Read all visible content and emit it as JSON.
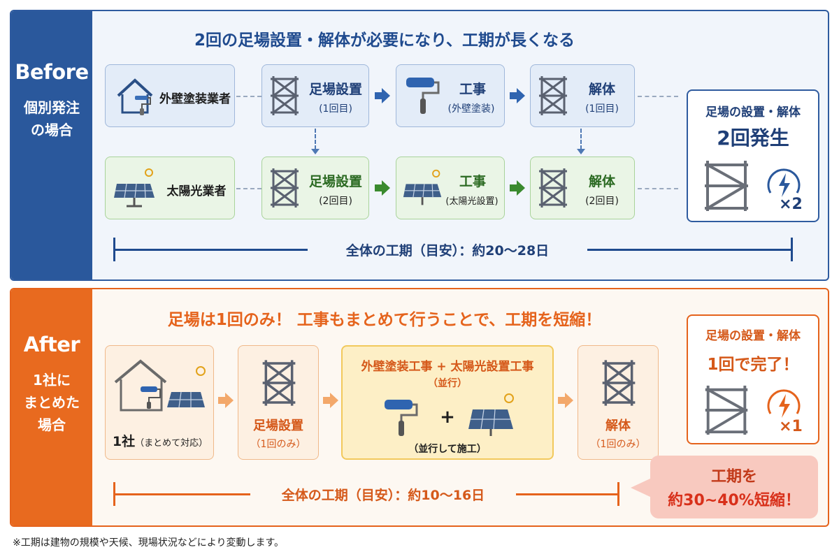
{
  "before": {
    "side_en": "Before",
    "side_jp_1": "個別発注",
    "side_jp_2": "の場合",
    "headline": "2回の足場設置・解体が必要になり、工期が長くなる",
    "contractor_paint": "外壁塗装業者",
    "contractor_solar": "太陽光業者",
    "row1": {
      "scaffold_title": "足場設置",
      "scaffold_sub": "(1回目)",
      "work_title": "工事",
      "work_sub": "(外壁塗装)",
      "dismantle_title": "解体",
      "dismantle_sub": "(1回目)"
    },
    "row2": {
      "scaffold_title": "足場設置",
      "scaffold_sub": "(2回目)",
      "work_title": "工事",
      "work_sub": "(太陽光設置)",
      "dismantle_title": "解体",
      "dismantle_sub": "(2回目)"
    },
    "summary_title": "足場の設置・解体",
    "summary_big": "2回発生",
    "summary_badge": "×2",
    "period": "全体の工期（目安）：約20〜28日"
  },
  "after": {
    "side_en": "After",
    "side_jp_1": "1社に",
    "side_jp_2": "まとめた",
    "side_jp_3": "場合",
    "headline": "足場は1回のみ！ 工事もまとめて行うことで、工期を短縮！",
    "company_main": "1社",
    "company_sub": "（まとめて対応）",
    "scaffold_title": "足場設置",
    "scaffold_sub": "（1回のみ）",
    "combined_title": "外壁塗装工事 + 太陽光設置工事",
    "combined_sub": "（並行）",
    "plus": "+",
    "parallel_note": "（並行して施工）",
    "dismantle_title": "解体",
    "dismantle_sub": "（1回のみ）",
    "summary_title": "足場の設置・解体",
    "summary_big": "1回で完了！",
    "summary_badge": "×1",
    "period": "全体の工期（目安）：約10〜16日",
    "callout_1": "工期を",
    "callout_2": "約30~40%短縮！"
  },
  "footnote": "※工期は建物の規模や天候、現場状況などにより変動します。",
  "colors": {
    "before_accent": "#2a589c",
    "after_accent": "#e86a1f",
    "green_accent": "#3a8a2e",
    "callout_bg": "#f8c9bf"
  },
  "icons": [
    "house-roller-icon",
    "solar-panel-icon",
    "scaffold-icon",
    "paint-roller-icon",
    "arrow-right-icon",
    "lightning-cycle-icon",
    "sun-icon"
  ]
}
